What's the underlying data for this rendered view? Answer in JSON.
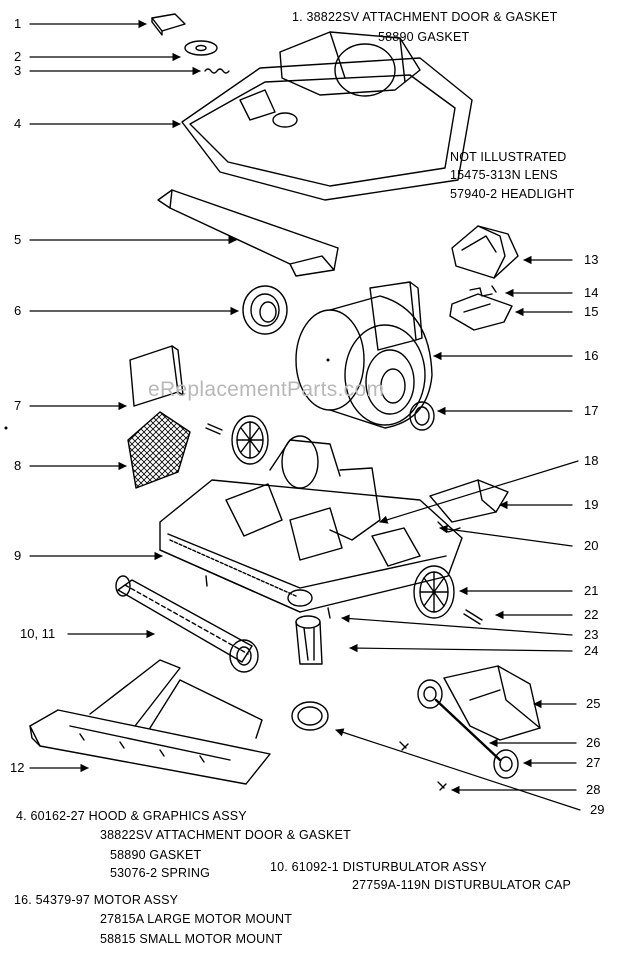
{
  "watermark": "eReplacementParts.com",
  "callouts": [
    {
      "id": "c1",
      "label": "1"
    },
    {
      "id": "c2",
      "label": "2"
    },
    {
      "id": "c3",
      "label": "3"
    },
    {
      "id": "c4",
      "label": "4"
    },
    {
      "id": "c5",
      "label": "5"
    },
    {
      "id": "c6",
      "label": "6"
    },
    {
      "id": "c7",
      "label": "7"
    },
    {
      "id": "c8",
      "label": "8"
    },
    {
      "id": "c9",
      "label": "9"
    },
    {
      "id": "c10",
      "label": "10, 11"
    },
    {
      "id": "c12",
      "label": "12"
    },
    {
      "id": "c13",
      "label": "13"
    },
    {
      "id": "c14",
      "label": "14"
    },
    {
      "id": "c15",
      "label": "15"
    },
    {
      "id": "c16",
      "label": "16"
    },
    {
      "id": "c17",
      "label": "17"
    },
    {
      "id": "c18",
      "label": "18"
    },
    {
      "id": "c19",
      "label": "19"
    },
    {
      "id": "c20",
      "label": "20"
    },
    {
      "id": "c21",
      "label": "21"
    },
    {
      "id": "c22",
      "label": "22"
    },
    {
      "id": "c23",
      "label": "23"
    },
    {
      "id": "c24",
      "label": "24"
    },
    {
      "id": "c25",
      "label": "25"
    },
    {
      "id": "c26",
      "label": "26"
    },
    {
      "id": "c27",
      "label": "27"
    },
    {
      "id": "c28",
      "label": "28"
    },
    {
      "id": "c29",
      "label": "29"
    }
  ],
  "notes": {
    "top_line1": "1. 38822SV ATTACHMENT DOOR & GASKET",
    "top_line2": "58890 GASKET",
    "ni_line1": "NOT ILLUSTRATED",
    "ni_line2": "15475-313N LENS",
    "ni_line3": "57940-2 HEADLIGHT",
    "b4_line1": "4. 60162-27 HOOD & GRAPHICS ASSY",
    "b4_line2": "38822SV ATTACHMENT DOOR & GASKET",
    "b4_line3": "58890 GASKET",
    "b4_line4": "53076-2 SPRING",
    "b10_line1": "10. 61092-1 DISTURBULATOR ASSY",
    "b10_line2": "27759A-119N DISTURBULATOR CAP",
    "b16_line1": "16. 54379-97 MOTOR ASSY",
    "b16_line2": "27815A LARGE MOTOR MOUNT",
    "b16_line3": "58815 SMALL MOTOR MOUNT"
  }
}
